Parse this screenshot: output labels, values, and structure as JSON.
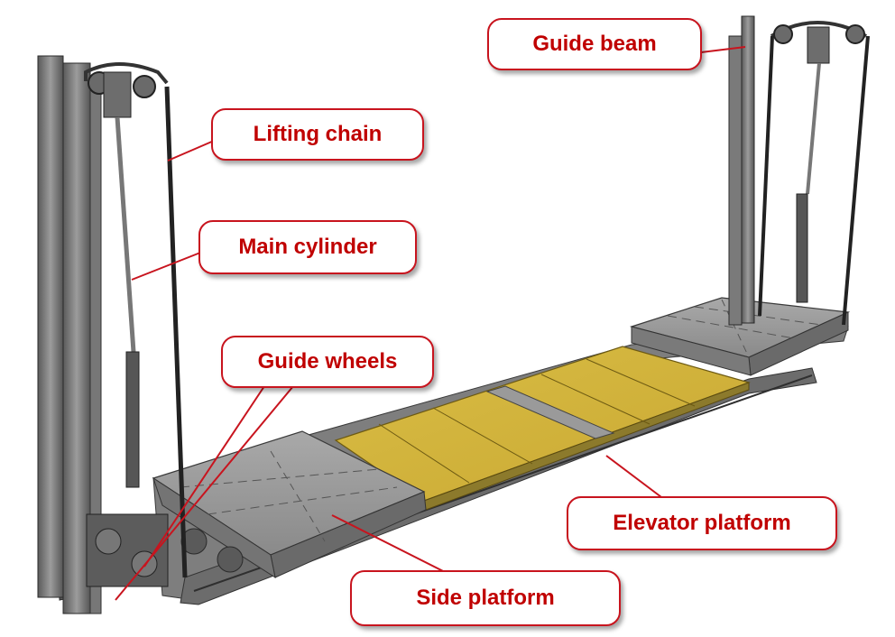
{
  "labels": {
    "guide_beam": "Guide beam",
    "lifting_chain": "Lifting chain",
    "main_cylinder": "Main cylinder",
    "guide_wheels": "Guide wheels",
    "elevator_platform": "Elevator platform",
    "side_platform": "Side platform"
  },
  "colors": {
    "label_text": "#c00000",
    "label_border": "#c8141e",
    "leader_line": "#c8141e",
    "platform_yellow": "#d4b43a",
    "steel": "#8e8e8e",
    "steel_dark": "#4a4a4a"
  }
}
